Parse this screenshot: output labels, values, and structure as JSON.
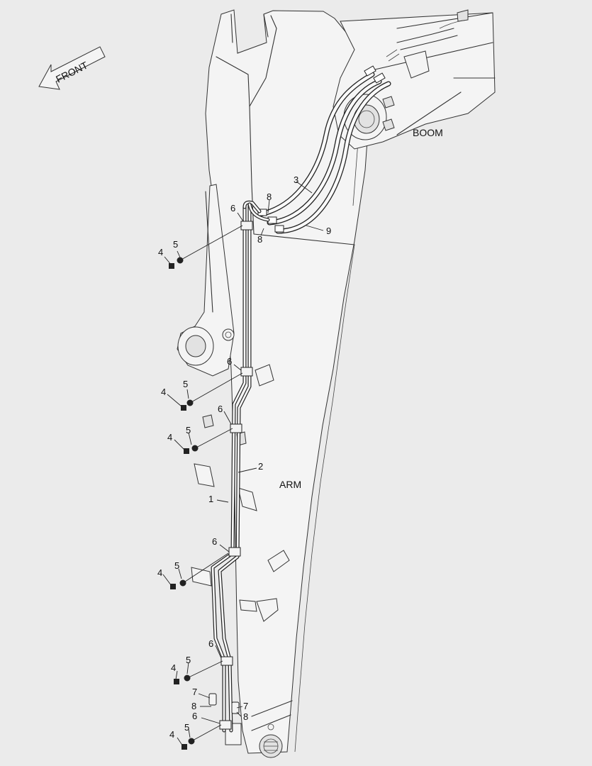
{
  "labels": {
    "front": "FRONT",
    "boom": "BOOM",
    "arm": "ARM"
  },
  "callouts": {
    "c1": "1",
    "c2": "2",
    "c3": "3",
    "c4a": "4",
    "c4b": "4",
    "c4c": "4",
    "c4d": "4",
    "c4e": "4",
    "c4f": "4",
    "c5a": "5",
    "c5b": "5",
    "c5c": "5",
    "c5d": "5",
    "c5e": "5",
    "c5f": "5",
    "c6a": "6",
    "c6b": "6",
    "c6c": "6",
    "c6d": "6",
    "c6e": "6",
    "c6f": "6",
    "c7a": "7",
    "c7b": "7",
    "c8a": "8",
    "c8b": "8",
    "c8c": "8",
    "c8d": "8",
    "c9": "9"
  }
}
